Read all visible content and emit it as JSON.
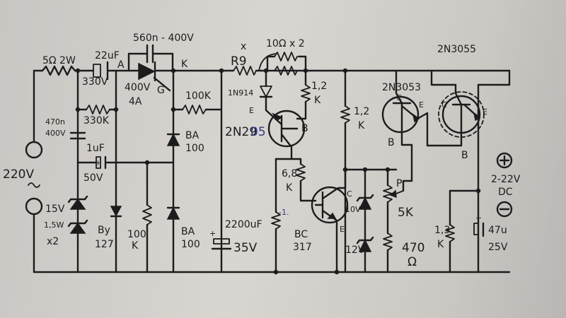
{
  "labels": {
    "r_input": "5Ω 2W",
    "c_22u": "22uF",
    "v_330": "330V",
    "node_a": "A",
    "c_560n": "560n - 400V",
    "scr_rating_v": "400V",
    "scr_rating_a": "4A",
    "scr_gate": "G",
    "node_k": "K",
    "r9_x": "x",
    "r9": "R9",
    "r_10": "10Ω x 2",
    "d_1n914": "1N914",
    "r_100k": "100K",
    "r_330k": "330K",
    "c_470n": "470n",
    "c_470n_v": "400V",
    "c_1u": "1uF",
    "c_1u_v": "50V",
    "ba_top_1": "BA",
    "ba_top_2": "100",
    "mains": "220V",
    "z_15v": "15V",
    "z_1w5": "1,5W",
    "z_x2": "x2",
    "d_by_1": "By",
    "d_by_2": "127",
    "r_100k_low_1": "100",
    "r_100k_low_2": "K",
    "ba_low_1": "BA",
    "ba_low_2": "100",
    "c_2200": "2200uF",
    "c_2200_v": "35V",
    "q_2n2905": "2N29",
    "q_2n2905_ink": "05",
    "e_1": "E",
    "b_1": "B",
    "r_6k8_1": "6,8",
    "r_6k8_2": "K",
    "bc_1": "BC",
    "bc_2": "317",
    "r_1k2_a_1": "1,2",
    "r_1k2_a_2": "K",
    "r_1k2_b_1": "1,2",
    "r_1k2_b_2": "K",
    "z_10v": "10V",
    "z_12v": "12V",
    "c_l": "C",
    "e_2": "E",
    "pot_p": "P",
    "pot_5k": "5K",
    "r_470_1": "470",
    "r_470_2": "Ω",
    "q_2n3053": "2N3053",
    "q_2n3055": "2N3055",
    "b_3053": "B",
    "b_3055": "B",
    "c_3053": "C",
    "e_3053": "E",
    "c_3055": "C",
    "e_3055": "E",
    "out_v_1": "2-22V",
    "out_v_2": "DC",
    "r_1k3_1": "1,3",
    "r_1k3_2": "K",
    "c_47u": "47u",
    "c_47u_v": "25V",
    "c_3053_small": "C",
    "anno_minus_one": "-1."
  },
  "icons": [
    "plus-terminal-icon",
    "minus-terminal-icon"
  ]
}
